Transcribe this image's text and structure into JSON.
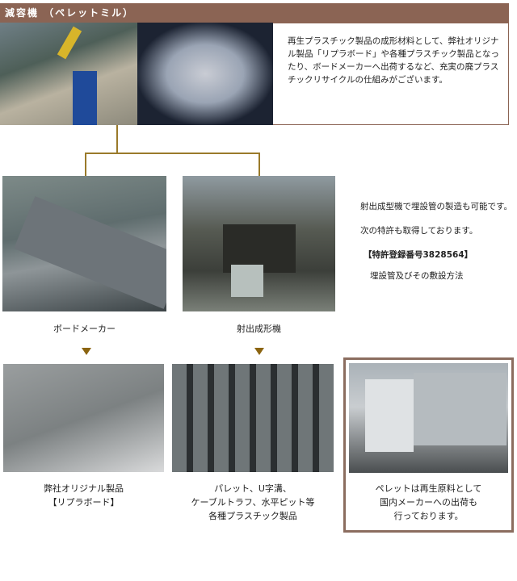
{
  "header": {
    "title": "減容機 （ペレットミル）"
  },
  "intro": {
    "text": "再生プラスチック製品の成形材料として、弊社オリジナル製品「リプラボード」や各種プラスチック製品となったり、ボードメーカーへ出荷するなど、充実の廃プラスチックリサイクルの仕組みがございます。"
  },
  "flow": {
    "left_label": "ボードメーカー",
    "right_label": "射出成形機"
  },
  "side": {
    "line1": "射出成型機で埋設管の製造も可能です。",
    "line2": "次の特許も取得しております。",
    "patent": "【特許登録番号3828564】",
    "patent_name": "埋設管及びその敷設方法"
  },
  "products": {
    "board": [
      "弊社オリジナル製品",
      "【リプラボード】"
    ],
    "plastic": [
      "パレット、U字溝、",
      "ケーブルトラフ、水平ピット等",
      "各種プラスチック製品"
    ],
    "pellet": [
      "ペレットは再生原料として",
      "国内メーカーへの出荷も",
      "行っております。"
    ]
  }
}
